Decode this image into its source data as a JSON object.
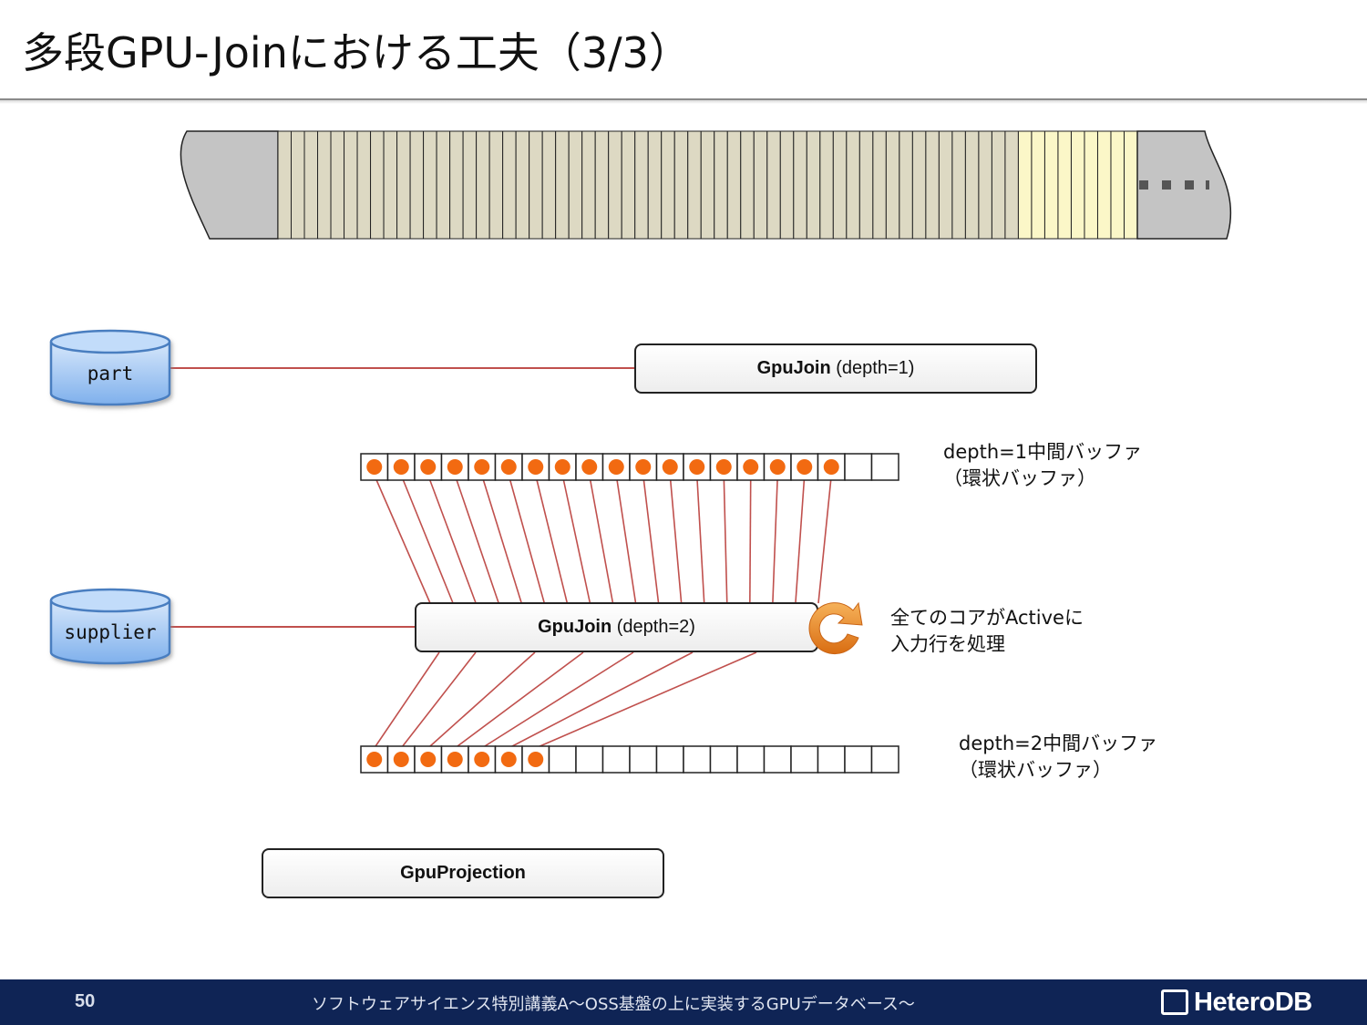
{
  "slide": {
    "title": "多段GPU-Joinにおける工夫（3/3）",
    "page_number": "50",
    "footer_text": "ソフトウェアサイエンス特別講義A〜OSS基盤の上に実装するGPUデータベース〜",
    "logo": "HeteroDB"
  },
  "diagram": {
    "tables": [
      {
        "name": "part"
      },
      {
        "name": "supplier"
      }
    ],
    "nodes": {
      "join1": {
        "name": "GpuJoin",
        "detail": " (depth=1)"
      },
      "join2": {
        "name": "GpuJoin",
        "detail": " (depth=2)"
      },
      "projection": {
        "name": "GpuProjection"
      }
    },
    "buffers": {
      "depth1": {
        "label_line1": "depth=1中間バッファ",
        "label_line2": "（環状バッファ）",
        "total_slots": 20,
        "filled_slots": 18
      },
      "depth2": {
        "label_line1": "depth=2中間バッファ",
        "label_line2": "（環状バッファ）",
        "total_slots": 20,
        "filled_slots": 7
      }
    },
    "cores_note": {
      "line1": "全てのコアがActiveに",
      "line2": "入力行を処理"
    },
    "colors": {
      "line": "#c0504d",
      "dot": "#f26a11",
      "cylinder_fill": "#9cc3f0",
      "cylinder_stroke": "#4a7ec0",
      "tape_fill": "#ddd9c3",
      "tape_highlight": "#fbf7c8",
      "tape_end": "#c4c4c4",
      "cycle_arrow": "#e87d1e",
      "footer_bg": "#0f2455"
    },
    "icons": [
      "database-cylinder-icon",
      "cycle-arrow-icon",
      "heterodb-logo-icon"
    ]
  }
}
